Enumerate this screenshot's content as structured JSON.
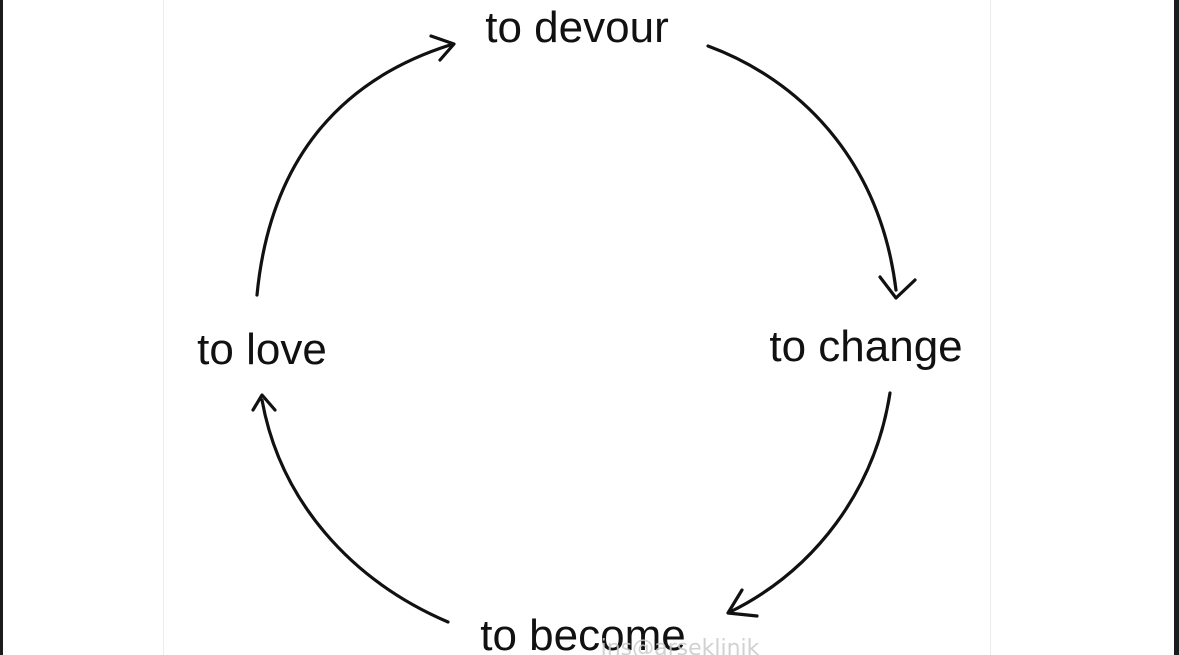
{
  "diagram": {
    "nodes": {
      "top": "to devour",
      "right": "to change",
      "bottom": "to become",
      "left": "to love"
    },
    "watermark": "ins@arseklinik",
    "line_color": "#111111",
    "background_color": "#ffffff",
    "arrows": [
      {
        "from": "to devour",
        "to": "to change"
      },
      {
        "from": "to change",
        "to": "to become"
      },
      {
        "from": "to become",
        "to": "to love"
      },
      {
        "from": "to love",
        "to": "to devour"
      }
    ]
  }
}
